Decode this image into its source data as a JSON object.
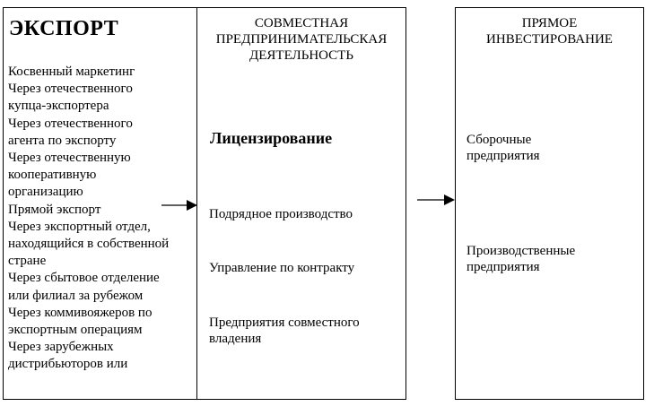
{
  "export": {
    "title": "ЭКСПОРТ",
    "items": [
      "Косвенный маркетинг",
      "Через отечественного",
      "купца-экспортера",
      "Через отечественного",
      "агента по экспорту",
      "Через отечественную",
      "кооперативную",
      "организацию",
      "Прямой экспорт",
      "Через экспортный отдел,",
      "находящийся в собственной",
      "стране",
      "Через сбытовое отделение",
      "или филиал за рубежом",
      "Через коммивояжеров по",
      "экспортным операциям",
      "Через зарубежных",
      "дистрибьюторов или"
    ]
  },
  "joint_venture": {
    "heading": [
      "СОВМЕСТНАЯ",
      "ПРЕДПРИНИМАТЕЛЬСКАЯ",
      "ДЕЯТЕЛЬНОСТЬ"
    ],
    "licensing": "Лицензирование",
    "contract_manufacturing": "Подрядное производство",
    "management_contract": "Управление по контракту",
    "joint_ownership": [
      "Предприятия совместного",
      "владения"
    ]
  },
  "direct_investment": {
    "heading": [
      "ПРЯМОЕ",
      "ИНВЕСТИРОВАНИЕ"
    ],
    "assembly": [
      "Сборочные",
      "предприятия"
    ],
    "production": [
      "Производственные",
      "предприятия"
    ]
  }
}
